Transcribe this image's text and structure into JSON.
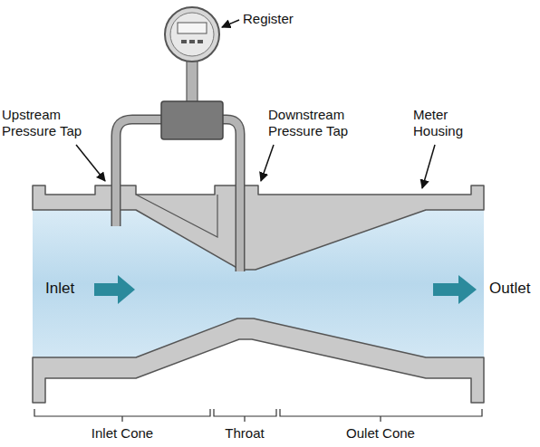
{
  "diagram": {
    "labels": [
      "Register",
      "Upstream Pressure Tap",
      "Downstream Pressure Tap",
      "Meter Housing",
      "Inlet",
      "Outlet",
      "Inlet Cone",
      "Throat",
      "Oulet Cone"
    ]
  }
}
